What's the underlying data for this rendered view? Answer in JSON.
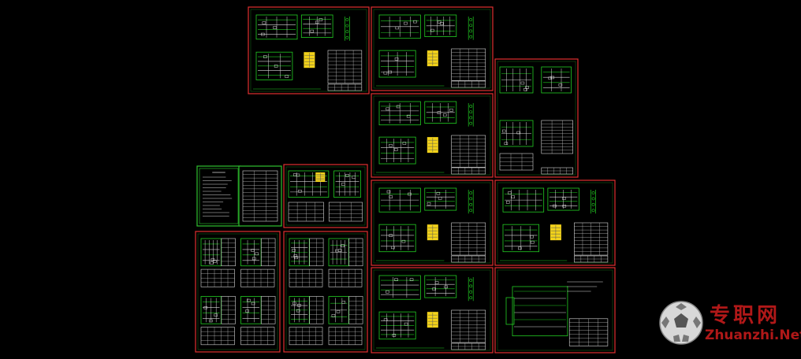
{
  "app": {
    "background": "#000000"
  },
  "colors": {
    "frame_red": "#e03030",
    "frame_green": "#2ec02e",
    "wire_green": "#22cc22",
    "wire_white": "#d8d8d8",
    "highlight_yellow": "#f2d21a",
    "watermark_red": "#b01818"
  },
  "watermark": {
    "logo_icon": "soccer-ball-logo-icon",
    "chinese": "专职网",
    "english": "Zhuanzhi.Net"
  },
  "sheets": [
    {
      "id": "s1",
      "kind": "circuit"
    },
    {
      "id": "s2",
      "kind": "circuit"
    },
    {
      "id": "s3",
      "kind": "circuit"
    },
    {
      "id": "s4",
      "kind": "dual"
    },
    {
      "id": "s5",
      "kind": "notes"
    },
    {
      "id": "s6",
      "kind": "index"
    },
    {
      "id": "s7",
      "kind": "small"
    },
    {
      "id": "s8",
      "kind": "circuit"
    },
    {
      "id": "s9",
      "kind": "circuit"
    },
    {
      "id": "s10",
      "kind": "quad"
    },
    {
      "id": "s11",
      "kind": "quad"
    },
    {
      "id": "s12",
      "kind": "circuit"
    },
    {
      "id": "s13",
      "kind": "single"
    }
  ]
}
